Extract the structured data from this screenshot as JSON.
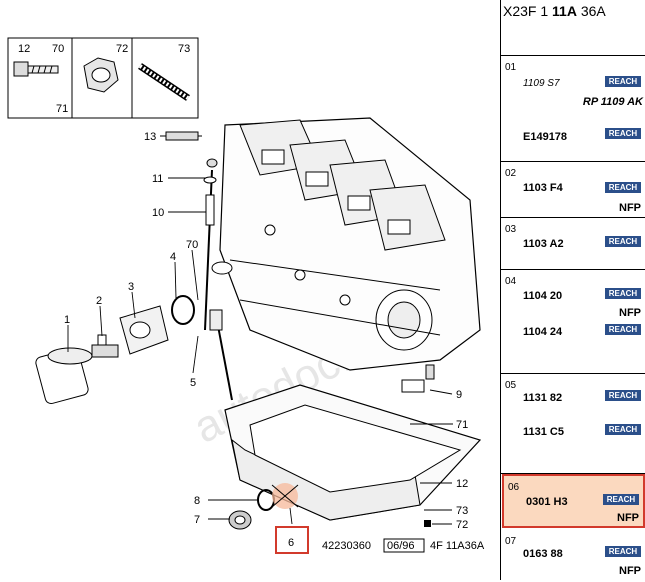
{
  "header": {
    "part1": "X23F 1 ",
    "part2": "11A",
    "part3": " 36A"
  },
  "diagram": {
    "inset_callouts": [
      "12",
      "70",
      "71",
      "72",
      "73"
    ],
    "callouts": [
      "13",
      "11",
      "10",
      "70",
      "4",
      "3",
      "2",
      "1",
      "5",
      "9",
      "71",
      "12",
      "73",
      "72",
      "8",
      "7",
      "6"
    ],
    "ref": {
      "code": "42230360",
      "date": "06/96",
      "ref": "4F 11A36A"
    },
    "watermark": "autodoc.com"
  },
  "sidebar": {
    "rows": [
      {
        "idx": "01",
        "entries": [
          {
            "code": "1109 S7",
            "italic": true,
            "reach": "REACH",
            "extra": "RP 1109 AK"
          },
          {
            "code": "E149178",
            "reach": "REACH"
          }
        ]
      },
      {
        "idx": "02",
        "entries": [
          {
            "code": "1103 F4",
            "reach": "REACH",
            "nfp": "NFP"
          }
        ]
      },
      {
        "idx": "03",
        "entries": [
          {
            "code": "1103 A2",
            "reach": "REACH"
          }
        ]
      },
      {
        "idx": "04",
        "entries": [
          {
            "code": "1104 20",
            "reach": "REACH",
            "nfp": "NFP"
          },
          {
            "code": "1104 24",
            "reach": "REACH"
          }
        ]
      },
      {
        "idx": "05",
        "entries": [
          {
            "code": "1131 82",
            "reach": "REACH"
          },
          {
            "code": "1131 C5",
            "reach": "REACH"
          }
        ]
      },
      {
        "idx": "06",
        "selected": true,
        "entries": [
          {
            "code": "0301 H3",
            "reach": "REACH",
            "nfp": "NFP"
          }
        ]
      },
      {
        "idx": "07",
        "entries": [
          {
            "code": "0163 88",
            "reach": "REACH",
            "nfp": "NFP"
          }
        ]
      }
    ]
  },
  "colors": {
    "reach_badge": "#2b4f8a",
    "highlight_border": "#d23a2c",
    "highlight_fill": "#fbd9bf"
  }
}
